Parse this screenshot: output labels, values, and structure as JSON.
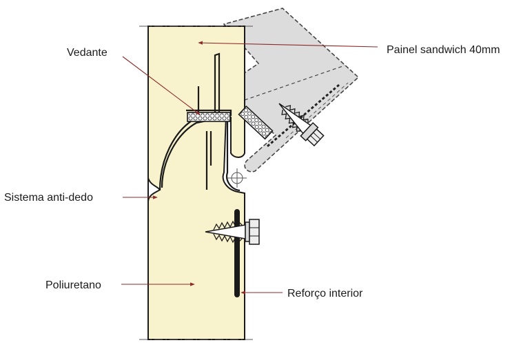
{
  "labels": {
    "vedante": "Vedante",
    "painel": "Painel sandwich 40mm",
    "anti_dedo": "Sistema anti-dedo",
    "poliuretano": "Poliuretano",
    "reforco": "Reforço interior"
  },
  "colors": {
    "foam": "#f8f2cd",
    "grey_panel": "#dcdcdc",
    "outline": "#1a1a1a",
    "leader": "#8b2a2a",
    "metal": "#d9d9d9"
  }
}
